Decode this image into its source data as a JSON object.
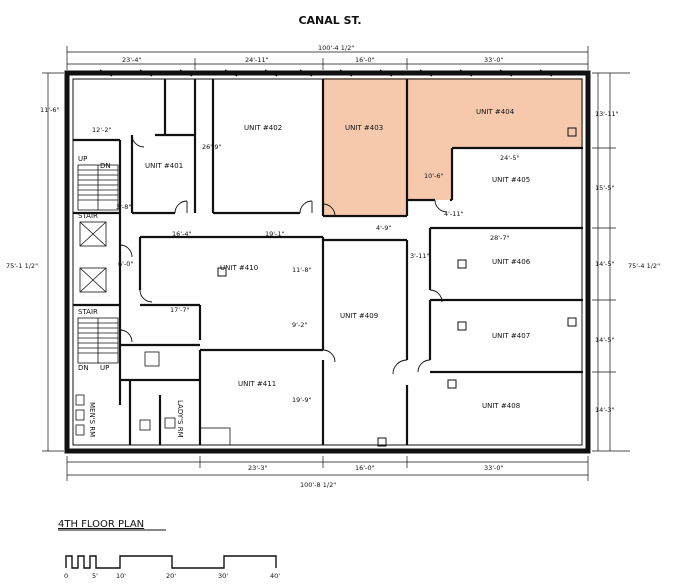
{
  "street_label": "CANAL ST.",
  "plan_title": "4TH FLOOR PLAN",
  "highlight_color": "#f6c9ad",
  "units": [
    {
      "id": "unit-402",
      "label": "UNIT #402"
    },
    {
      "id": "unit-403",
      "label": "UNIT #403"
    },
    {
      "id": "unit-404",
      "label": "UNIT #404"
    },
    {
      "id": "unit-401",
      "label": "UNIT #401"
    },
    {
      "id": "unit-405",
      "label": "UNIT #405"
    },
    {
      "id": "unit-410",
      "label": "UNIT #410"
    },
    {
      "id": "unit-406",
      "label": "UNIT #406"
    },
    {
      "id": "unit-409",
      "label": "UNIT #409"
    },
    {
      "id": "unit-407",
      "label": "UNIT #407"
    },
    {
      "id": "unit-411",
      "label": "UNIT #411"
    },
    {
      "id": "unit-408",
      "label": "UNIT #408"
    }
  ],
  "highlighted_units": [
    "UNIT #403",
    "UNIT #404"
  ],
  "room_labels": {
    "stair_top": "STAIR",
    "stair_bottom": "STAIR",
    "up_top": "UP",
    "dn_top": "DN",
    "dn_bottom": "DN",
    "up_bottom": "UP",
    "mens_rm": "MEN'S RM",
    "ladys_rm": "LADY'S RM"
  },
  "dimensions": {
    "top_overall": "100'-4 1/2\"",
    "top_segments": [
      "23'-4\"",
      "24'-11\"",
      "16'-0\"",
      "33'-0\""
    ],
    "bottom_overall": "100'-8 1/2\"",
    "bottom_segments": [
      "23'-3\"",
      "16'-0\"",
      "33'-0\""
    ],
    "left_overall": "75'-1 1/2\"",
    "right_overall": "75'-4 1/2\"",
    "right_segments": [
      "13'-11\"",
      "15'-5\"",
      "14'-5\"",
      "14'-5\"",
      "14'-3\""
    ],
    "interior": {
      "d_11_6": "11'-6\"",
      "d_12_2": "12'-2\"",
      "d_26_9": "26'-9\"",
      "d_3_8": "3'-8\"",
      "d_10_6": "10'-6\"",
      "d_24_5": "24'-5\"",
      "d_4_11": "4'-11\"",
      "d_4_9": "4'-9\"",
      "d_28_7": "28'-7\"",
      "d_3_11": "3'-11\"",
      "d_16_4": "16'-4\"",
      "d_19_1": "19'-1\"",
      "d_6_0": "6'-0\"",
      "d_11_8": "11'-8\"",
      "d_17_7": "17'-7\"",
      "d_9_2": "9'-2\"",
      "d_19_9": "19'-9\""
    }
  },
  "scale_bar_labels": [
    "0",
    "5'",
    "10'",
    "20'",
    "30'",
    "40'"
  ]
}
